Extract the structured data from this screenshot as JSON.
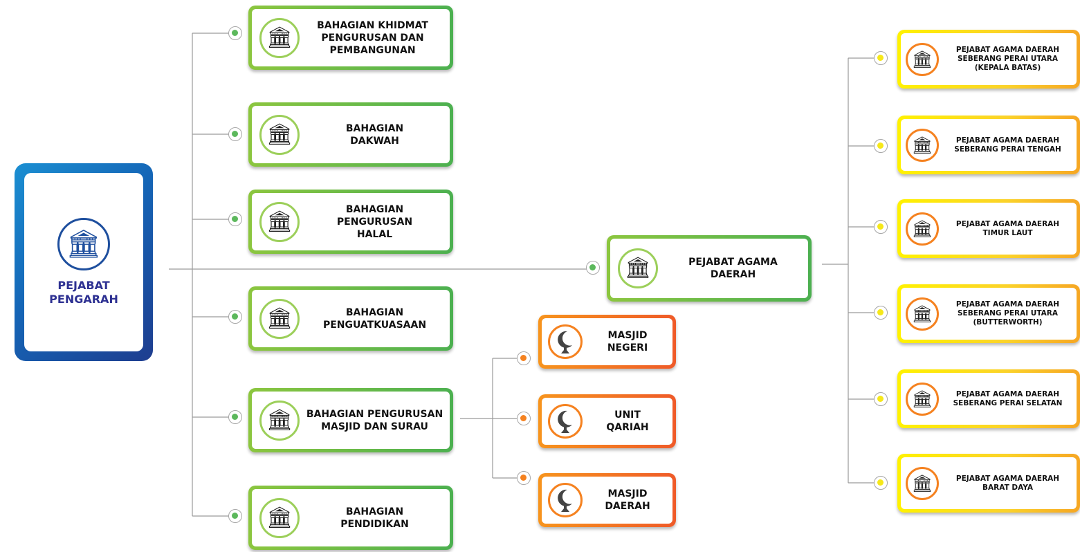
{
  "colors": {
    "root_gradient": [
      "#1b8fd2",
      "#1e3d8f"
    ],
    "root_text": "#2e3192",
    "green_card": [
      "#8cc63f",
      "#4cb050"
    ],
    "orange_card": [
      "#f7941d",
      "#ef5a28"
    ],
    "yellow_card": [
      "#fff200",
      "#f6a623"
    ],
    "connector_line": "#9a9a9a"
  },
  "root": {
    "label": "PEJABAT PENGARAH",
    "icon": "government-building-icon"
  },
  "divisions": [
    {
      "label": "BAHAGIAN KHIDMAT PENGURUSAN DAN PEMBANGUNAN",
      "icon": "government-building-icon"
    },
    {
      "label": "BAHAGIAN DAKWAH",
      "icon": "government-building-icon"
    },
    {
      "label": "BAHAGIAN PENGURUSAN HALAL",
      "icon": "government-building-icon"
    },
    {
      "label": "BAHAGIAN PENGUATKUASAAN",
      "icon": "government-building-icon"
    },
    {
      "label": "BAHAGIAN PENGURUSAN MASJID DAN SURAU",
      "icon": "government-building-icon"
    },
    {
      "label": "BAHAGIAN PENDIDIKAN",
      "icon": "government-building-icon"
    }
  ],
  "district_office": {
    "label": "PEJABAT AGAMA DAERAH",
    "icon": "government-building-icon"
  },
  "mosque_units": [
    {
      "label": "MASJID NEGERI",
      "icon": "crescent-mosque-icon"
    },
    {
      "label": "UNIT QARIAH",
      "icon": "crescent-mosque-icon"
    },
    {
      "label": "MASJID DAERAH",
      "icon": "crescent-mosque-icon"
    }
  ],
  "district_offices": [
    {
      "label": "PEJABAT AGAMA DAERAH SEBERANG PERAI UTARA (KEPALA BATAS)",
      "icon": "government-building-icon"
    },
    {
      "label": "PEJABAT AGAMA DAERAH SEBERANG PERAI TENGAH",
      "icon": "government-building-icon"
    },
    {
      "label": "PEJABAT AGAMA DAERAH TIMUR LAUT",
      "icon": "government-building-icon"
    },
    {
      "label": "PEJABAT AGAMA DAERAH SEBERANG PERAI UTARA (BUTTERWORTH)",
      "icon": "government-building-icon"
    },
    {
      "label": "PEJABAT AGAMA DAERAH SEBERANG PERAI SELATAN",
      "icon": "government-building-icon"
    },
    {
      "label": "PEJABAT AGAMA DAERAH BARAT DAYA",
      "icon": "government-building-icon"
    }
  ]
}
